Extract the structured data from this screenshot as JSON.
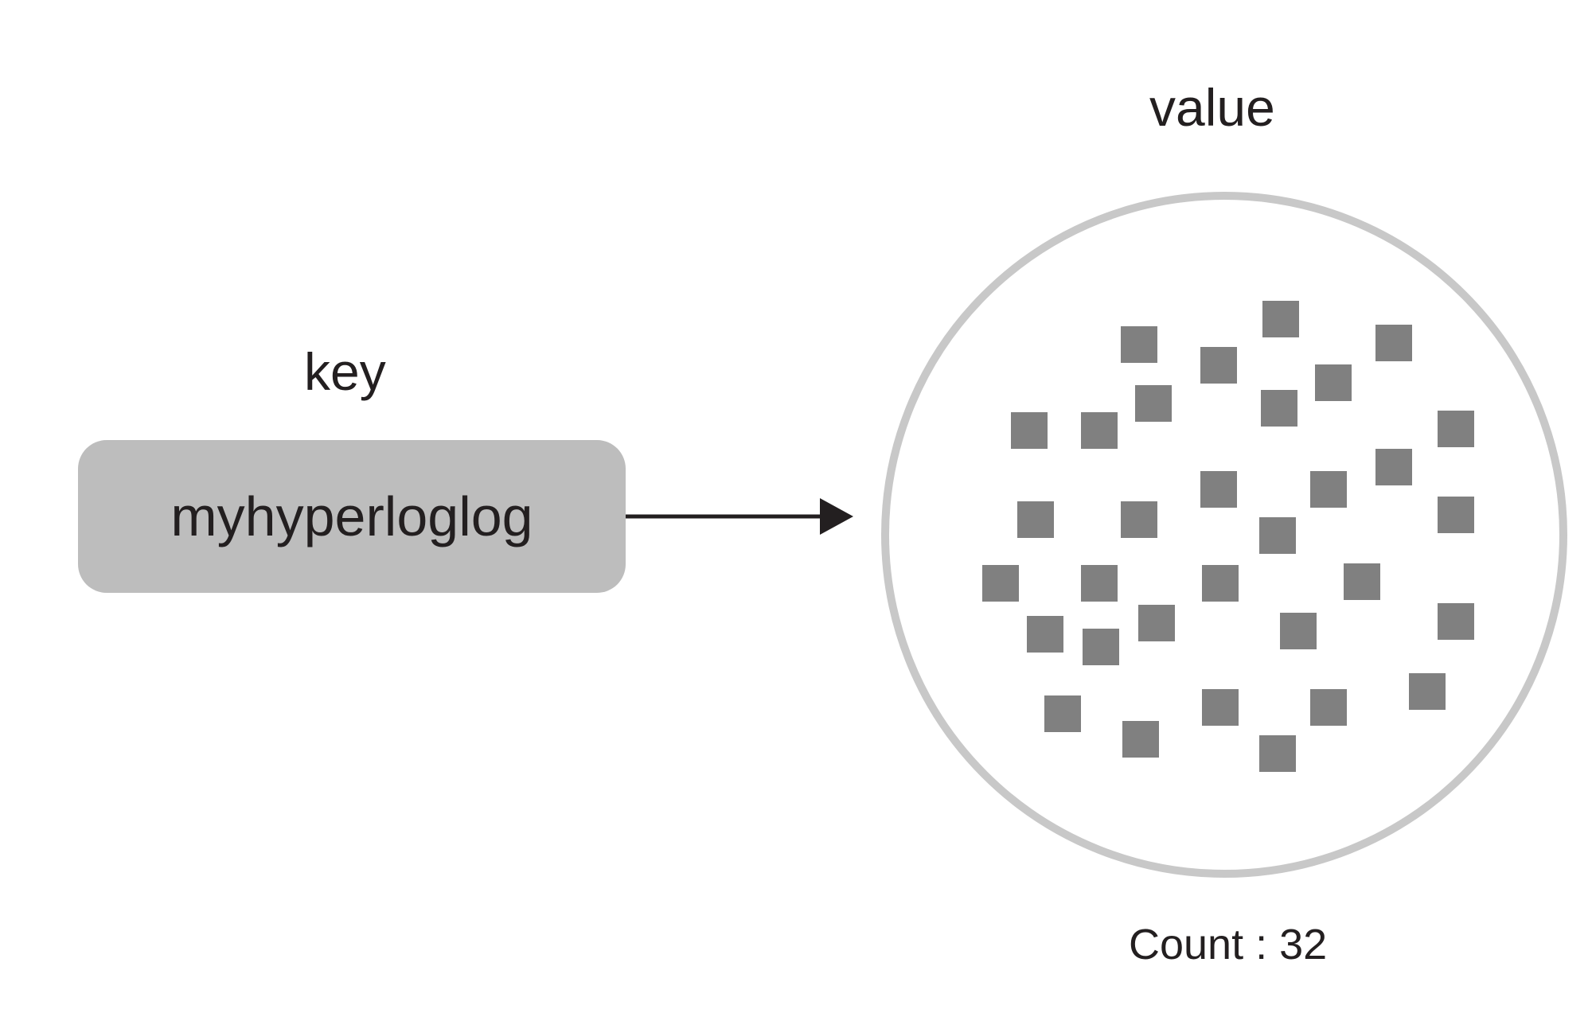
{
  "key": {
    "label": "key",
    "name": "myhyperloglog"
  },
  "value": {
    "label": "value",
    "count_text": "Count : 32"
  },
  "colors": {
    "key_box": "#bdbdbd",
    "element_square": "#808080",
    "circle_outline": "#c8c8c8",
    "text": "#231f20",
    "arrow": "#231f20"
  }
}
